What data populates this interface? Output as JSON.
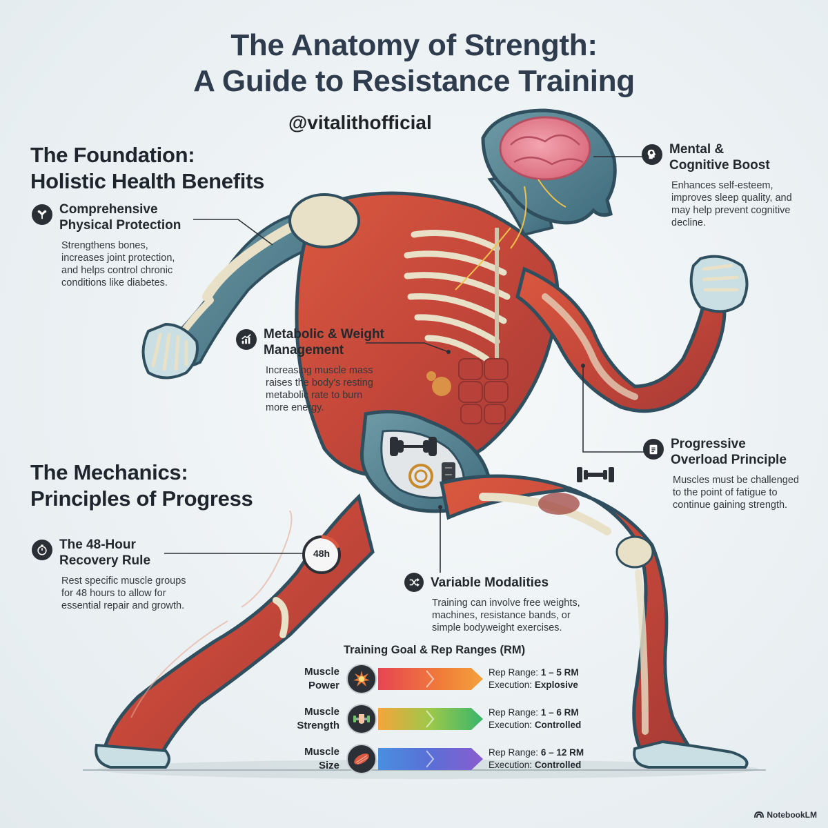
{
  "title": {
    "line1": "The Anatomy of Strength:",
    "line2": "A Guide to Resistance Training"
  },
  "handle": "@vitalithofficial",
  "foundation": {
    "title_line1": "The Foundation:",
    "title_line2": "Holistic Health Benefits"
  },
  "mechanics": {
    "title_line1": "The Mechanics:",
    "title_line2": "Principles of Progress"
  },
  "callouts": {
    "physical": {
      "icon": "bone-icon",
      "title_line1": "Comprehensive",
      "title_line2": "Physical Protection",
      "desc": [
        "Strengthens bones,",
        "increases joint protection,",
        "and helps control chronic",
        "conditions like diabetes."
      ]
    },
    "mental": {
      "icon": "head-brain-icon",
      "title_line1": "Mental &",
      "title_line2": "Cognitive Boost",
      "desc": [
        "Enhances self-esteem,",
        "improves sleep quality, and",
        "may help prevent cognitive",
        "decline."
      ]
    },
    "metabolic": {
      "icon": "growth-chart-icon",
      "title_line1": "Metabolic & Weight",
      "title_line2": "Management",
      "desc": [
        "Increasing muscle mass",
        "raises the body's resting",
        "metabolic rate to burn",
        "more energy."
      ]
    },
    "overload": {
      "icon": "clipboard-icon",
      "title_line1": "Progressive",
      "title_line2": "Overload Principle",
      "desc": [
        "Muscles must be challenged",
        "to the point of fatigue to",
        "continue gaining strength."
      ]
    },
    "recovery": {
      "icon": "timer-icon",
      "title_line1": "The 48-Hour",
      "title_line2": "Recovery Rule",
      "desc": [
        "Rest specific muscle groups",
        "for 48 hours to allow for",
        "essential repair and growth."
      ]
    },
    "modalities": {
      "icon": "shuffle-icon",
      "title_line1": "Variable Modalities",
      "desc": [
        "Training can involve free weights,",
        "machines, resistance bands, or",
        "simple bodyweight exercises."
      ]
    }
  },
  "timer_badge": "48h",
  "rep_ranges": {
    "title": "Training Goal & Rep Ranges (RM)",
    "rep_label": "Rep Range:",
    "exec_label": "Execution:",
    "rows": [
      {
        "goal_line1": "Muscle",
        "goal_line2": "Power",
        "icon": "explosion-icon",
        "range": "1 – 5 RM",
        "execution": "Explosive",
        "colors": [
          "#e64552",
          "#f07c3a",
          "#f3a23c"
        ]
      },
      {
        "goal_line1": "Muscle",
        "goal_line2": "Strength",
        "icon": "dumbbell-fist-icon",
        "range": "1 – 6 RM",
        "execution": "Controlled",
        "colors": [
          "#f5a53a",
          "#9cc84a",
          "#38b56b"
        ]
      },
      {
        "goal_line1": "Muscle",
        "goal_line2": "Size",
        "icon": "muscle-fiber-icon",
        "range": "6 – 12 RM",
        "execution": "Controlled",
        "colors": [
          "#4a8fe0",
          "#5a6fd6",
          "#8a5cd0"
        ]
      }
    ]
  },
  "brand": "NotebookLM"
}
